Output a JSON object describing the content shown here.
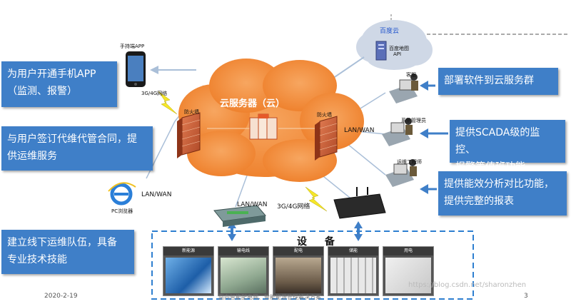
{
  "cloud": {
    "title": "云服务器（云）"
  },
  "baidu": {
    "title": "百度云",
    "api_label_1": "百度地图",
    "api_label_2": "API"
  },
  "phone": {
    "label": "手持端APP"
  },
  "pc": {
    "label": "PC浏览器"
  },
  "firewall_left": {
    "label": "防火墙"
  },
  "firewall_right": {
    "label": "防火墙"
  },
  "links": {
    "net_3g4g_top": "3G/4G网络",
    "lan_wan_right": "LAN/WAN",
    "lan_wan_left": "LAN/WAN",
    "lan_wan_bottom": "LAN/WAN",
    "net_3g4g_bottom": "3G/4G网络"
  },
  "roles": {
    "service": "客服",
    "sysadmin": "系统管理员",
    "engineer": "运维工程师"
  },
  "callouts": {
    "left_1": [
      "为用户开通手机APP",
      "（监测、报警）"
    ],
    "left_2": [
      "与用户签订代维代管合同，提",
      "供运维服务"
    ],
    "left_3": [
      "建立线下运维队伍，具备",
      "专业技术技能"
    ],
    "right_1": [
      "部署软件到云服务群"
    ],
    "right_2": [
      "提供SCADA级的监控、",
      "报警等值班功能"
    ],
    "right_3": [
      "提供能效分析对比功能，",
      "提供完整的报表"
    ]
  },
  "devices": {
    "title": "设 备",
    "thumbs": [
      "新能源",
      "输电线",
      "配电",
      "储能",
      "用电"
    ]
  },
  "footer": {
    "date": "2020-2-19",
    "subtitle": "面向智能配电网、智能能源管理解决方案",
    "page": "3",
    "watermark": "https://blog.csdn.net/sharonzhen"
  },
  "colors": {
    "callout": "#3f7fc8",
    "cloud": "#f08a35",
    "baidu_cloud": "#cfd8e6",
    "link": "#aabfd8",
    "device_frame": "#2e7fd0"
  }
}
